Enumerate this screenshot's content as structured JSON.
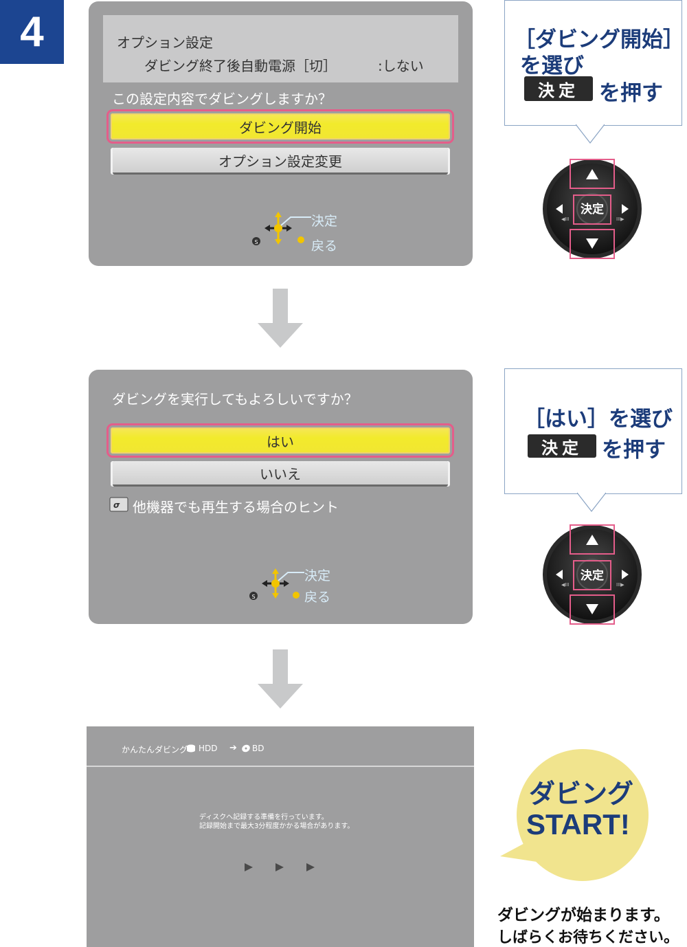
{
  "step": {
    "number": "4"
  },
  "screen1": {
    "option_title": "オプション設定",
    "option_item": "ダビング終了後自動電源［切］",
    "option_value": ":しない",
    "question": "この設定内容でダビングしますか？",
    "buttons": [
      "ダビング開始",
      "オプション設定変更"
    ],
    "nav_ok": "決定",
    "nav_back": "戻る"
  },
  "callout1": {
    "line1": "［ダビング開始］",
    "line2": "を選び",
    "key": "決定",
    "line3": "を押す"
  },
  "remote": {
    "center_label": "決定"
  },
  "screen2": {
    "question": "ダビングを実行してもよろしいですか？",
    "buttons": [
      "はい",
      "いいえ"
    ],
    "hint": "他機器でも再生する場合のヒント",
    "nav_ok": "決定",
    "nav_back": "戻る"
  },
  "callout2": {
    "line1": "［はい］を選び",
    "key": "決定",
    "line2": "を押す"
  },
  "screen3": {
    "header": "かんたんダビング",
    "source": "HDD",
    "arrow": "➔",
    "dest": "BD",
    "message_line1": "ディスクへ記録する準備を行っています。",
    "message_line2": "記録開始まで最大3分程度かかる場合があります。"
  },
  "bubble": {
    "line1": "ダビング",
    "line2": "START!"
  },
  "footer": {
    "line1": "ダビングが始まります。",
    "line2": "しばらくお待ちください。"
  },
  "colors": {
    "badge": "#1c4591",
    "screen": "#9e9e9f",
    "highlight": "#f2ea2c",
    "focus_border": "#e45d8a",
    "callout_text": "#1c3c7a",
    "bubble": "#f1e48e",
    "nav_label": "#d8ecf8"
  }
}
